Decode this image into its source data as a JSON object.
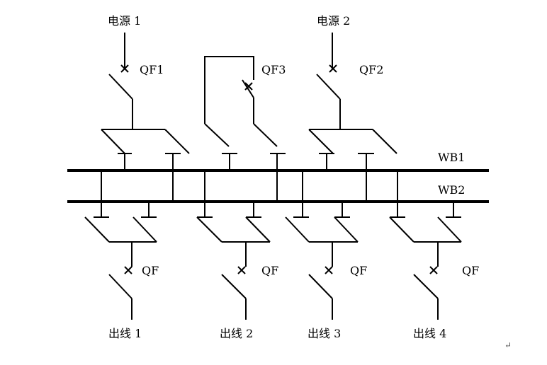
{
  "sources": [
    {
      "label": "电源 1",
      "breaker": "QF1"
    },
    {
      "label": "电源 2",
      "breaker": "QF2"
    }
  ],
  "bus_tie_breaker": "QF3",
  "buses": [
    {
      "label": "WB1"
    },
    {
      "label": "WB2"
    }
  ],
  "feeders": [
    {
      "label": "出线 1",
      "breaker": "QF"
    },
    {
      "label": "出线 2",
      "breaker": "QF"
    },
    {
      "label": "出线 3",
      "breaker": "QF"
    },
    {
      "label": "出线 4",
      "breaker": "QF"
    }
  ],
  "trailing_mark": "↵",
  "colors": {
    "line": "#000000",
    "background": "#ffffff"
  }
}
